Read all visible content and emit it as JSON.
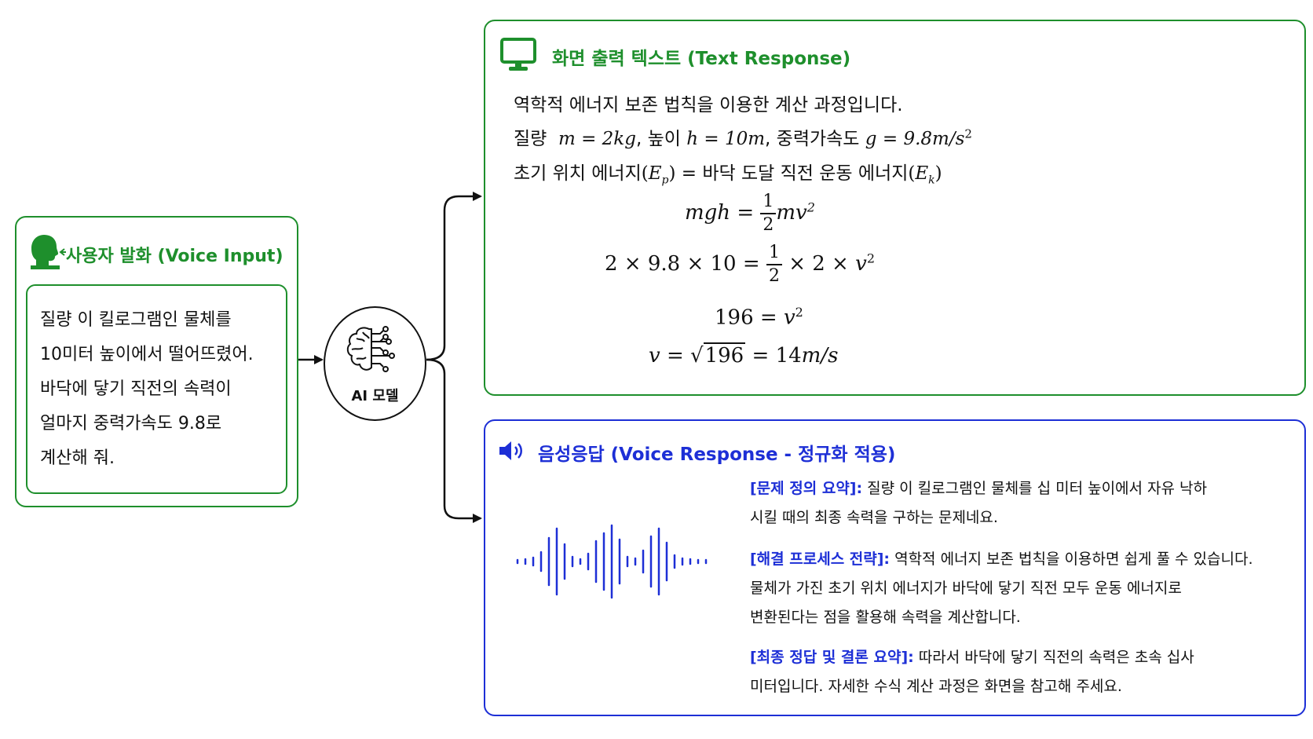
{
  "user_input": {
    "title": "사용자 발화 (Voice Input)",
    "utterance_lines": [
      "질량 이 킬로그램인 물체를",
      "10미터 높이에서 떨어뜨렸어.",
      "바닥에 닿기 직전의 속력이",
      "얼마지 중력가속도 9.8로",
      "계산해 줘."
    ]
  },
  "ai_model": {
    "label": "AI 모델"
  },
  "text_response": {
    "title": "화면 출력 텍스트 (Text Response)",
    "intro": "역학적 에너지 보존 법칙을 이용한 계산 과정입니다.",
    "given": {
      "mass_label": "질량",
      "mass_value": "2kg",
      "height_label": "높이",
      "height_value": "10m",
      "gravity_label": "중력가속도",
      "gravity_value": "9.8m/s"
    },
    "conservation": {
      "pe_label": "초기 위치 에너지",
      "ke_label": "바닥 도달 직전 운동 에너지"
    },
    "steps": {
      "step2_lhs": "2 × 9.8 × 10",
      "step2_rhs_tail": "× 2 ×",
      "step3_lhs": "196",
      "step4_sqrt": "196",
      "step4_result": "14"
    }
  },
  "voice_response": {
    "title": "음성응답 (Voice Response - 정규화 적용)",
    "sections": [
      {
        "label": "[문제 정의 요약]:",
        "line1": "질량 이 킬로그램인 물체를 십 미터 높이에서 자유 낙하",
        "line2": "시킬 때의 최종 속력을 구하는 문제네요."
      },
      {
        "label": "[해결 프로세스 전략]:",
        "line1": "역학적 에너지 보존 법칙을 이용하면 쉽게 풀 수 있습니다.",
        "line2": "물체가 가진 초기 위치 에너지가 바닥에 닿기 직전 모두 운동 에너지로",
        "line3": "변환된다는 점을 활용해 속력을 계산합니다."
      },
      {
        "label": "[최종 정답 및 결론 요약]:",
        "line1": "따라서 바닥에 닿기 직전의 속력은 초속 십사",
        "line2": "미터입니다. 자세한 수식 계산 과정은 화면을 참고해 주세요."
      }
    ]
  },
  "colors": {
    "input_accent": "#1e8f2c",
    "voice_accent": "#1d2fd6",
    "connector": "#111111"
  },
  "icons": {
    "user": "speaking-head-icon",
    "ai": "brain-circuit-icon",
    "monitor": "monitor-icon",
    "speaker": "speaker-icon",
    "waveform": "sound-waveform-icon"
  }
}
